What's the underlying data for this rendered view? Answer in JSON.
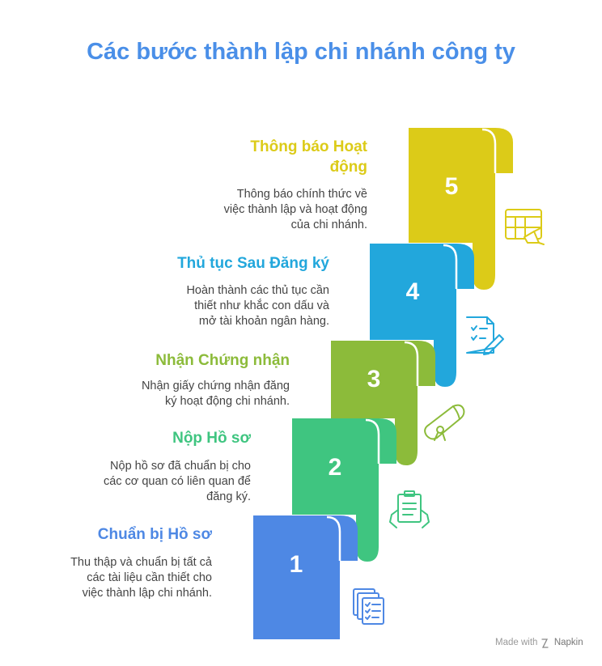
{
  "title": "Các bước thành lập chi nhánh công ty",
  "colors": {
    "title": "#4a8fe8",
    "step1": "#4e88e4",
    "step2": "#3fc580",
    "step3": "#8cbb3a",
    "step4": "#22a7dc",
    "step5": "#dccb18"
  },
  "steps": [
    {
      "number": "1",
      "title": "Chuẩn bị Hồ sơ",
      "description": [
        "Thu thập và chuẩn bị tất cả",
        "các tài liệu cần thiết cho",
        "việc thành lập chi nhánh."
      ],
      "icon": "documents-checklist-icon"
    },
    {
      "number": "2",
      "title": "Nộp Hồ sơ",
      "description": [
        "Nộp hồ sơ đã chuẩn bị cho",
        "các cơ quan có liên quan để",
        "đăng ký."
      ],
      "icon": "hands-clipboard-icon"
    },
    {
      "number": "3",
      "title": "Nhận Chứng nhận",
      "description": [
        "Nhận giấy chứng nhận đăng",
        "ký hoạt động chi nhánh."
      ],
      "icon": "diploma-icon"
    },
    {
      "number": "4",
      "title": "Thủ tục Sau Đăng ký",
      "description": [
        "Hoàn thành các thủ tục cần",
        "thiết như khắc con dấu và",
        "mở tài khoản ngân hàng."
      ],
      "icon": "document-pen-icon"
    },
    {
      "number": "5",
      "title": [
        "Thông báo Hoạt",
        "động"
      ],
      "description": [
        "Thông báo chính thức về",
        "việc thành lập và hoạt động",
        "của chi nhánh."
      ],
      "icon": "calendar-megaphone-icon"
    }
  ],
  "footer": {
    "made_with": "Made with",
    "brand": "Napkin"
  }
}
